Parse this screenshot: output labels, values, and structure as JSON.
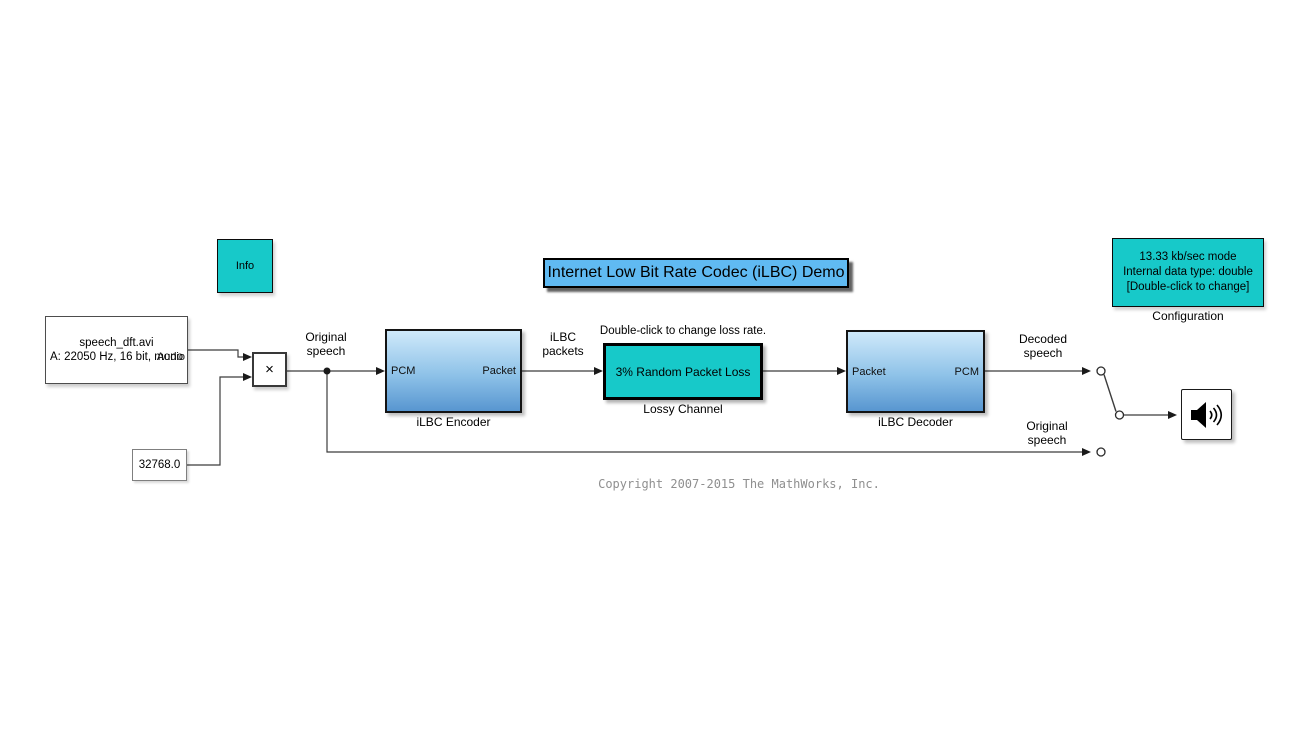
{
  "annotations": {
    "title": "Internet Low Bit Rate Codec (iLBC) Demo",
    "copyright": "Copyright 2007-2015 The MathWorks, Inc.",
    "loss_note": "Double-click to change loss rate."
  },
  "blocks": {
    "info": {
      "label": "Info"
    },
    "source": {
      "line1": "speech_dft.avi",
      "line2": "A: 22050 Hz, 16 bit, mono",
      "port_out": "Audio"
    },
    "gain": {
      "symbol": "×"
    },
    "constant": {
      "value": "32768.0"
    },
    "encoder": {
      "port_in": "PCM",
      "port_out": "Packet",
      "label": "iLBC Encoder"
    },
    "lossy": {
      "text": "3% Random Packet Loss",
      "label": "Lossy Channel"
    },
    "decoder": {
      "port_in": "Packet",
      "port_out": "PCM",
      "label": "iLBC Decoder"
    },
    "config": {
      "body": "13.33 kb/sec mode\nInternal data type: double\n[Double-click to change]",
      "label": "Configuration"
    }
  },
  "signal_labels": {
    "original_speech_top": "Original\nspeech",
    "ilbc_packets": "iLBC\npackets",
    "decoded_speech": "Decoded\nspeech",
    "original_speech_bottom": "Original\nspeech"
  },
  "colors": {
    "teal": "#17c9c9",
    "title_blue": "#60baf2",
    "block_gradient_top": "#cfe9fa",
    "block_gradient_bottom": "#5896d0",
    "wire": "#3c3c3c"
  }
}
